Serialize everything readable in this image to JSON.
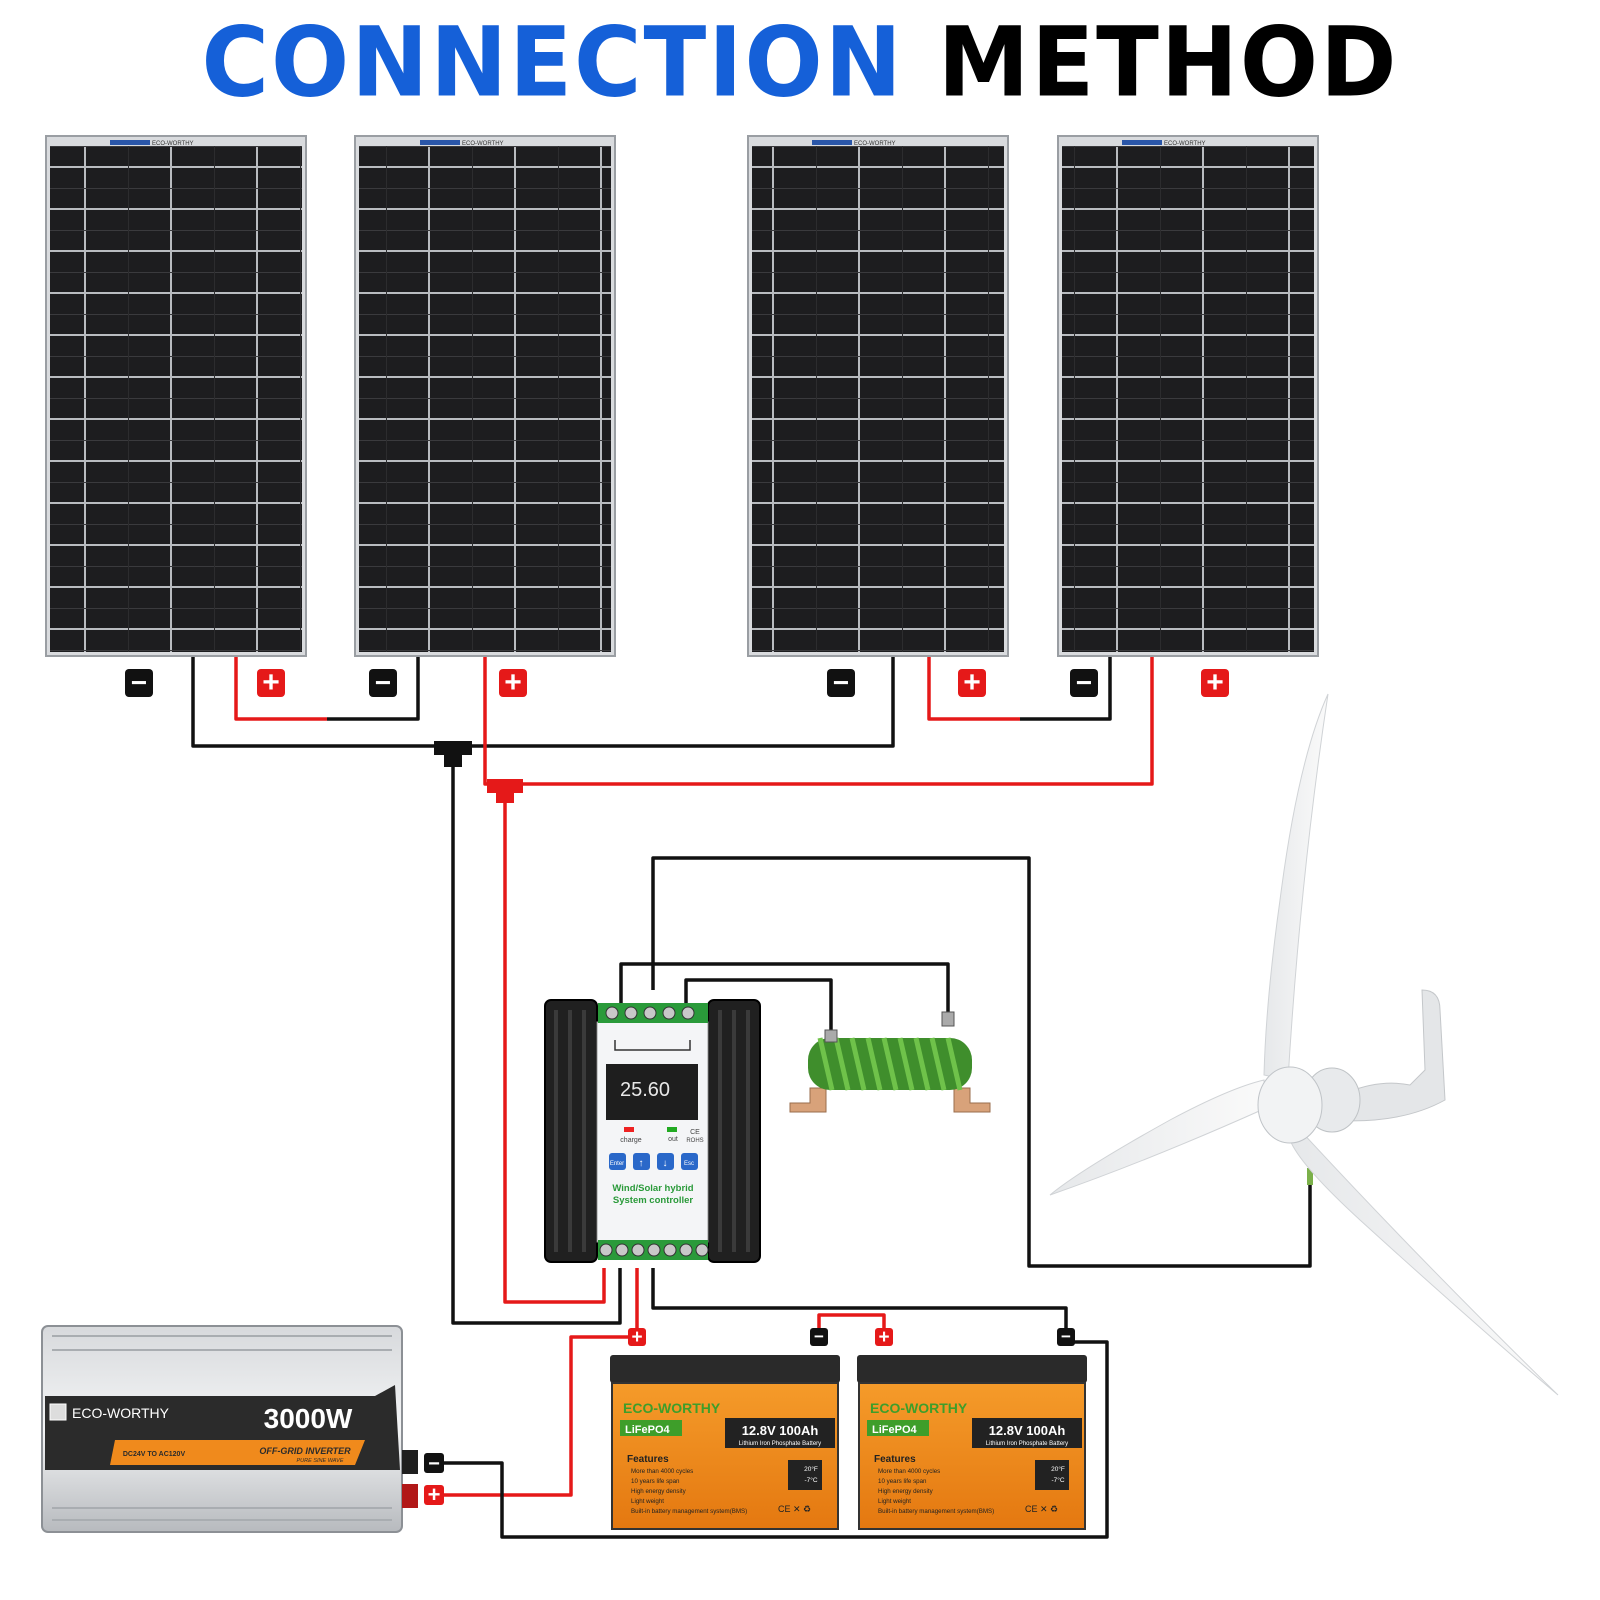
{
  "title": {
    "part1": "CONNECTION",
    "part2": "METHOD"
  },
  "colors": {
    "title_blue": "#1560d8",
    "positive_wire": "#e51919",
    "negative_wire": "#111111",
    "battery_orange": "#f08a1c",
    "battery_green": "#4aa52a",
    "panel_cell": "#1b1b1b"
  },
  "panels": {
    "brand": "ECO-WORTHY",
    "count": 4
  },
  "terminal_symbols": {
    "positive": "+",
    "negative": "−"
  },
  "controller": {
    "display": "25.60",
    "title_line1": "Wind/Solar hybrid",
    "title_line2": "System controller",
    "buttons": [
      "Enter",
      "↑",
      "↓",
      "Esc"
    ],
    "led_charge": "charge",
    "led_out": "out",
    "cert": "ROHS",
    "ce": "CE"
  },
  "inverter": {
    "brand": "ECO-WORTHY",
    "power": "3000W",
    "spec": "DC24V TO AC120V",
    "type": "OFF-GRID INVERTER",
    "subtype": "PURE SINE WAVE"
  },
  "batteries": [
    {
      "brand": "ECO-WORTHY",
      "chem": "LiFePO4",
      "rating": "12.8V 100Ah",
      "subtitle": "Lithium Iron Phosphate Battery",
      "features_title": "Features",
      "features": [
        "More than 4000 cycles",
        "10 years life span",
        "High energy density",
        "Light weight",
        "Built-in battery management system(BMS)"
      ],
      "temp_high": "20°F",
      "temp_low": "-7°C"
    },
    {
      "brand": "ECO-WORTHY",
      "chem": "LiFePO4",
      "rating": "12.8V 100Ah",
      "subtitle": "Lithium Iron Phosphate Battery",
      "features_title": "Features",
      "features": [
        "More than 4000 cycles",
        "10 years life span",
        "High energy density",
        "Light weight",
        "Built-in battery management system(BMS)"
      ],
      "temp_high": "20°F",
      "temp_low": "-7°C"
    }
  ]
}
